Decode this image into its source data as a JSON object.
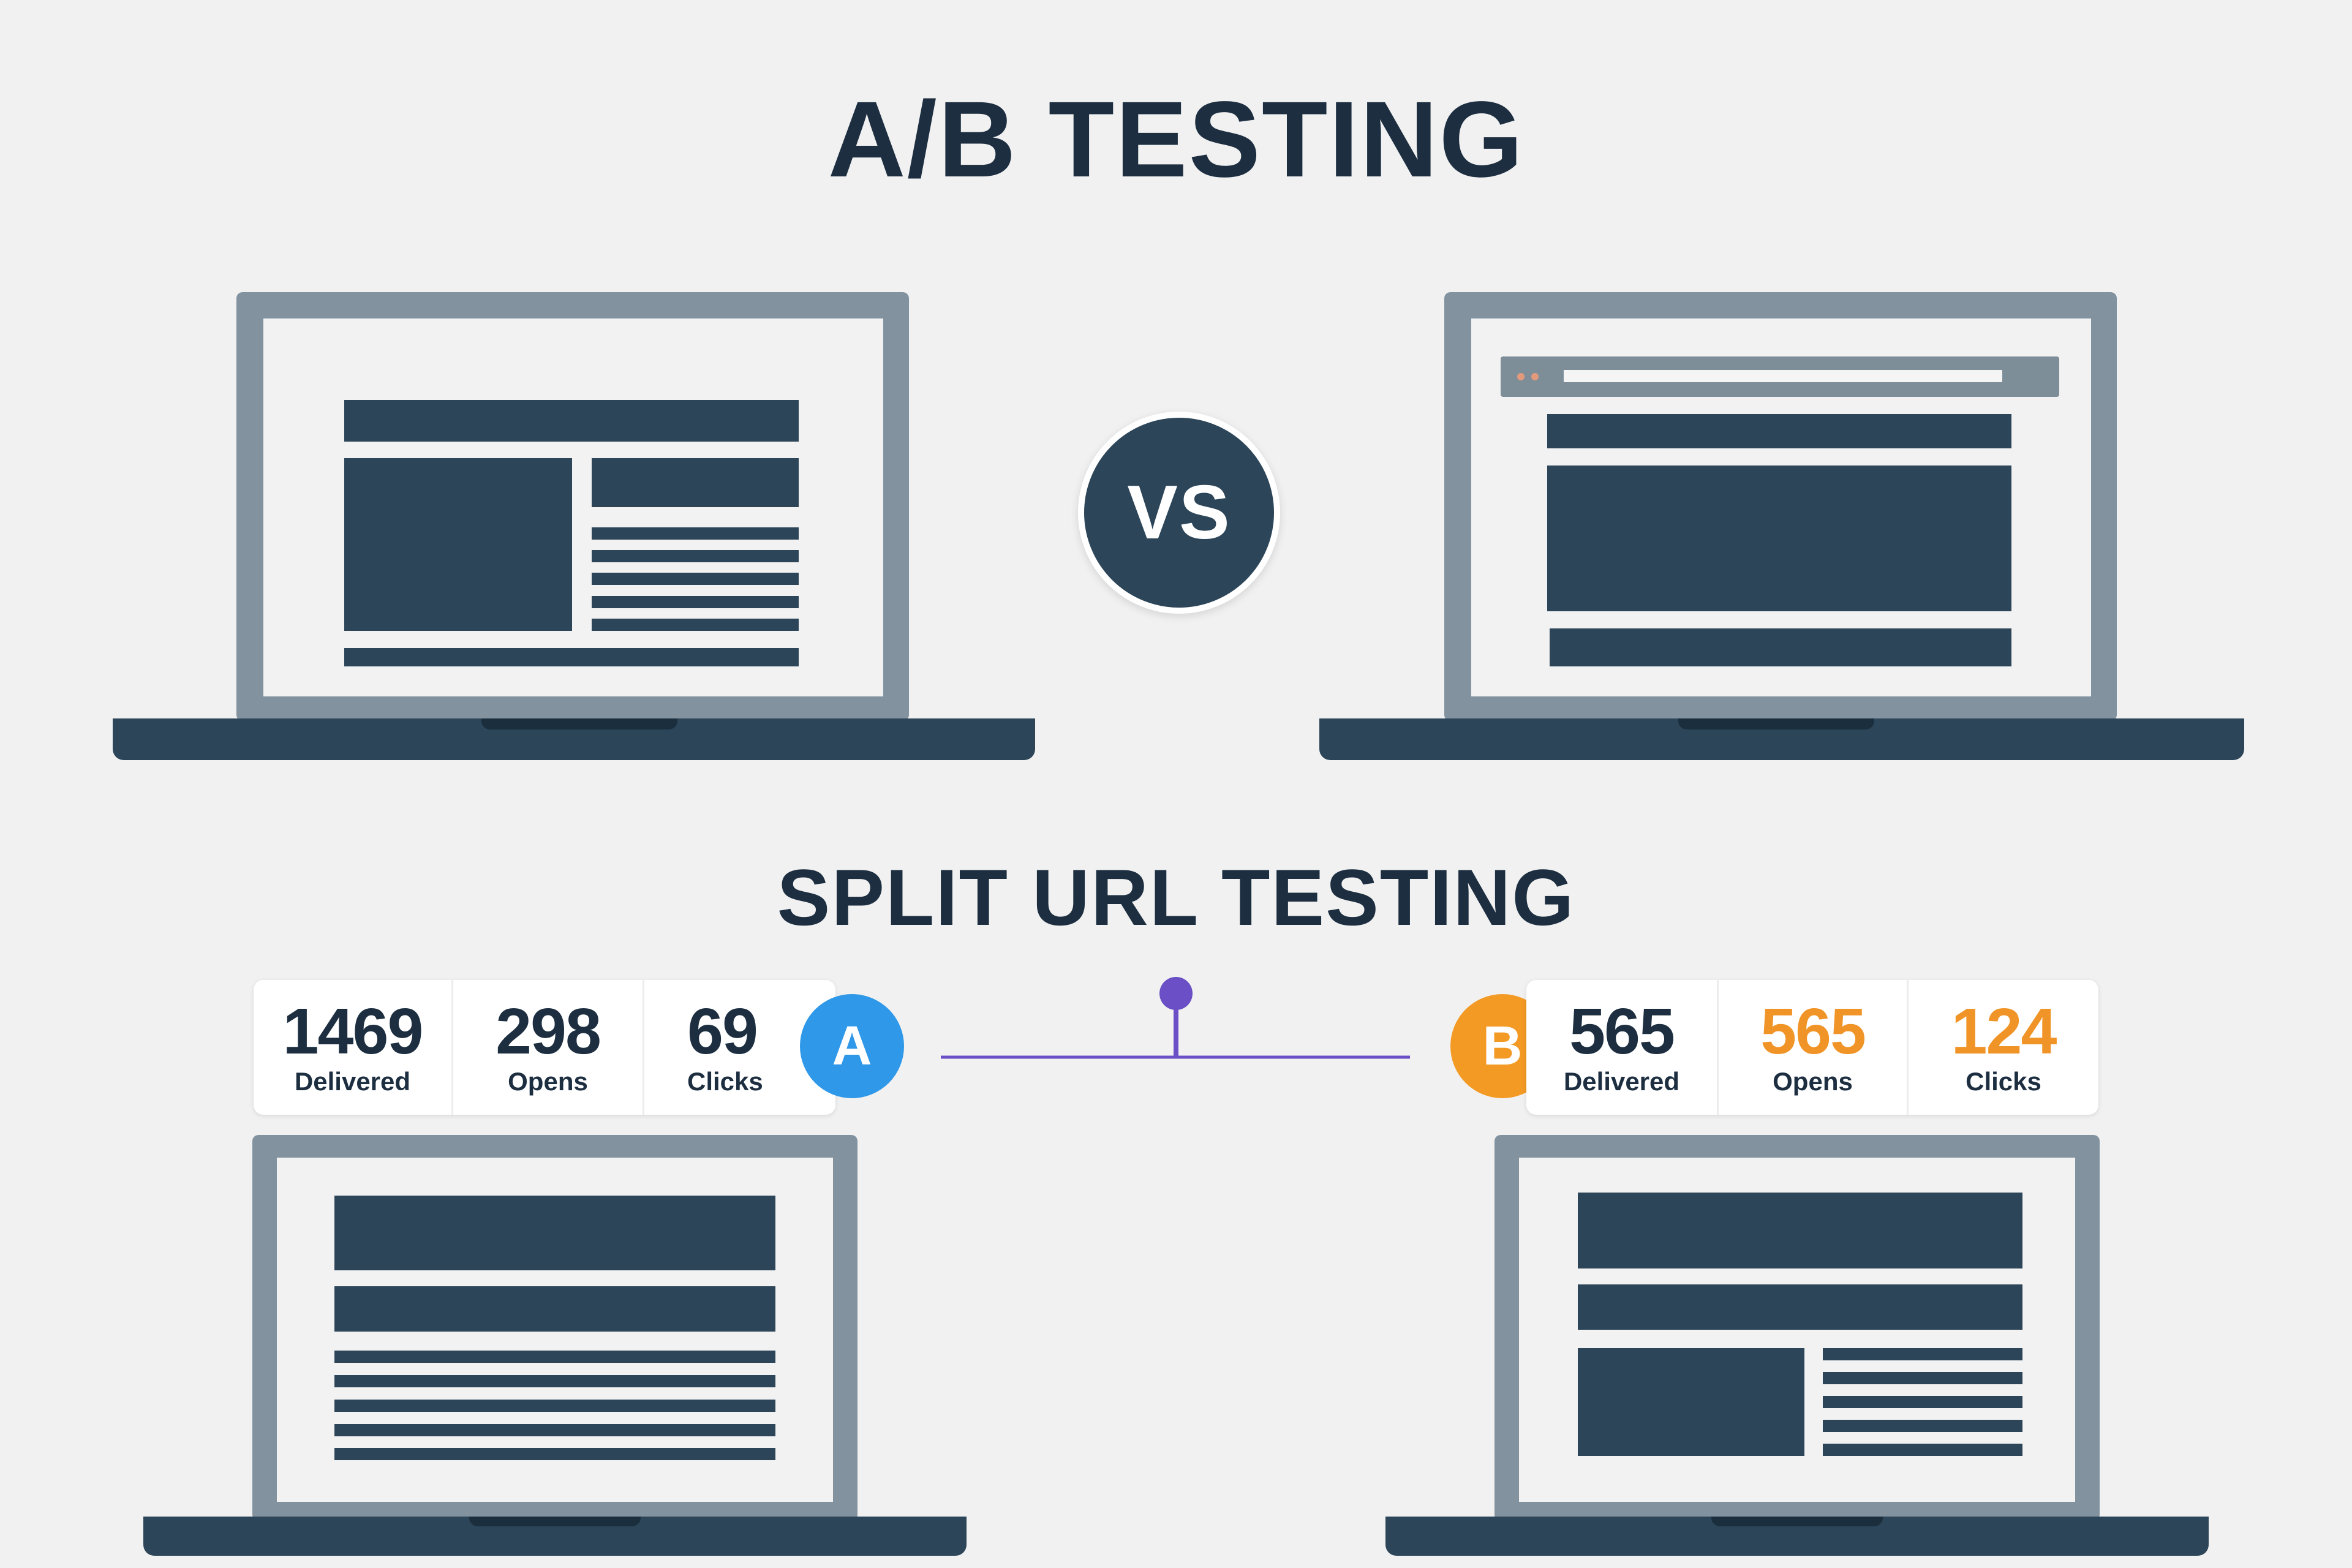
{
  "ab_section": {
    "title": "A/B TESTING",
    "vs_label": "VS"
  },
  "split_section": {
    "title": "SPLIT URL TESTING",
    "variant_a": {
      "badge": "A",
      "badge_color": "#2f98e8",
      "stats": [
        {
          "value": "1469",
          "label": "Delivered"
        },
        {
          "value": "298",
          "label": "Opens"
        },
        {
          "value": "69",
          "label": "Clicks"
        }
      ]
    },
    "variant_b": {
      "badge": "B",
      "badge_color": "#f39a24",
      "stats": [
        {
          "value": "565",
          "label": "Delivered"
        },
        {
          "value": "565",
          "label": "Opens"
        },
        {
          "value": "124",
          "label": "Clicks"
        }
      ]
    },
    "connector_color": "#6a4fc7"
  },
  "colors": {
    "background": "#f1f1f1",
    "dark_navy": "#2c4558",
    "bezel_gray": "#82939f",
    "accent_orange": "#f19427"
  }
}
